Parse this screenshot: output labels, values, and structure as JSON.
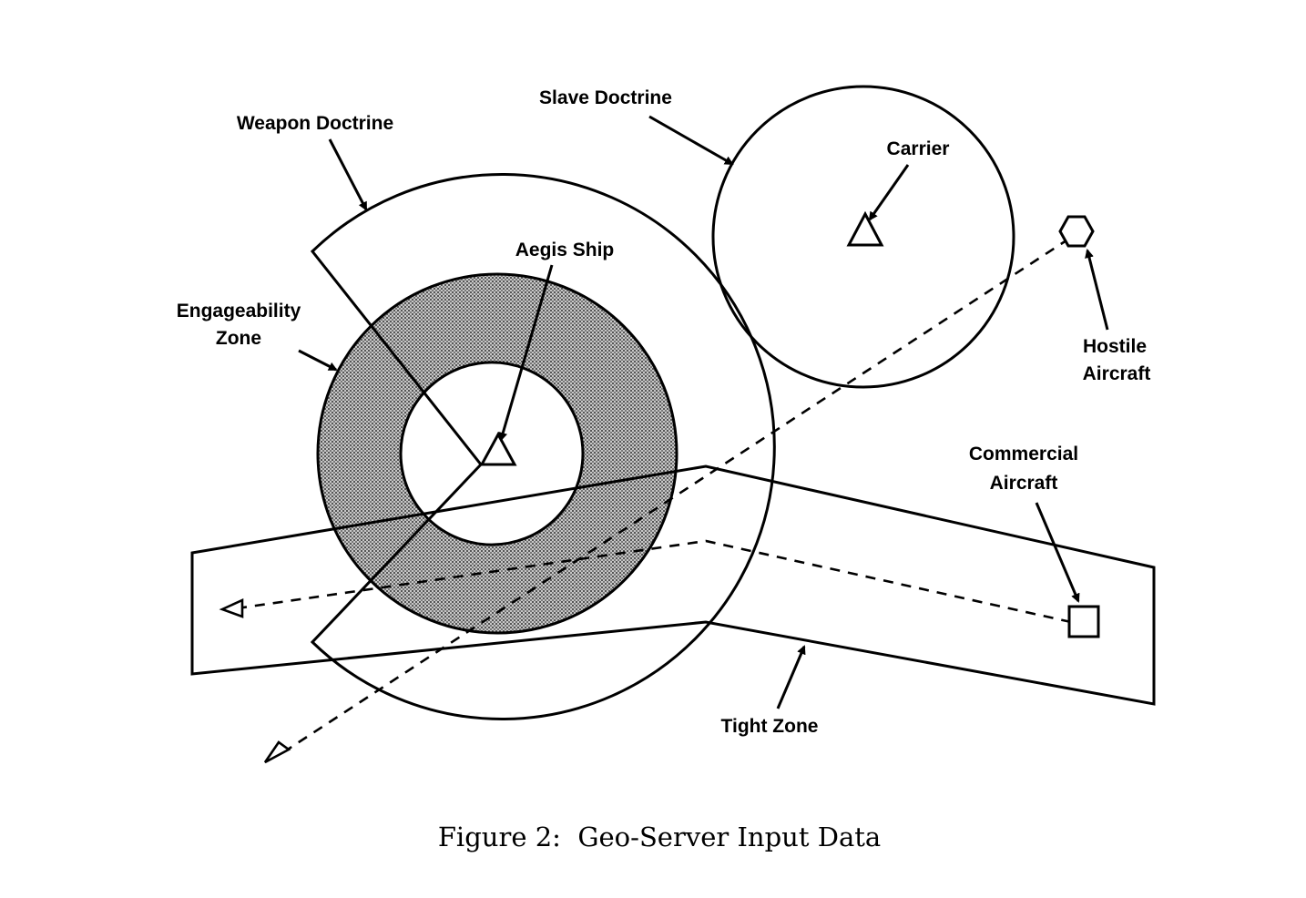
{
  "labels": {
    "weapon_doctrine": "Weapon Doctrine",
    "slave_doctrine": "Slave Doctrine",
    "carrier": "Carrier",
    "aegis_ship": "Aegis Ship",
    "engageability_line1": "Engageability",
    "engageability_line2": "Zone",
    "hostile_line1": "Hostile",
    "hostile_line2": "Aircraft",
    "commercial_line1": "Commercial",
    "commercial_line2": "Aircraft",
    "tight_zone": "Tight Zone"
  },
  "caption": "Figure 2:  Geo-Server Input Data",
  "colors": {
    "ink": "#000000",
    "zone_fill": "#9a9a9a",
    "background": "#ffffff"
  }
}
